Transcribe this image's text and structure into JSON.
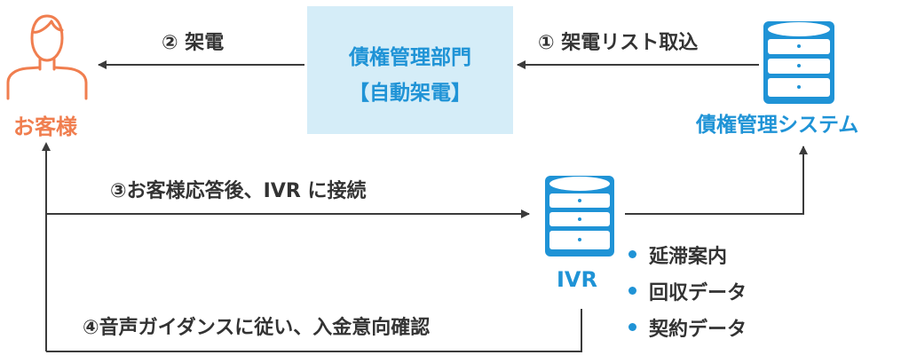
{
  "colors": {
    "accent_orange": "#f07e4f",
    "accent_blue": "#1f93d6",
    "box_fill": "#d5edf8",
    "line": "#3b3b3b",
    "text": "#333333"
  },
  "nodes": {
    "customer": {
      "label": "お客様",
      "icon": "person-outline-icon"
    },
    "department": {
      "line1": "債権管理部門",
      "line2": "【自動架電】"
    },
    "debt_system": {
      "label": "債権管理システム",
      "icon": "database-icon"
    },
    "ivr": {
      "label": "IVR",
      "icon": "database-icon"
    }
  },
  "edges": {
    "step1": "① 架電リスト取込",
    "step2": "② 架電",
    "step3": "③お客様応答後、IVR に接続",
    "step4": "④音声ガイダンスに従い、入金意向確認"
  },
  "ivr_data": [
    "延滞案内",
    "回収データ",
    "契約データ"
  ]
}
